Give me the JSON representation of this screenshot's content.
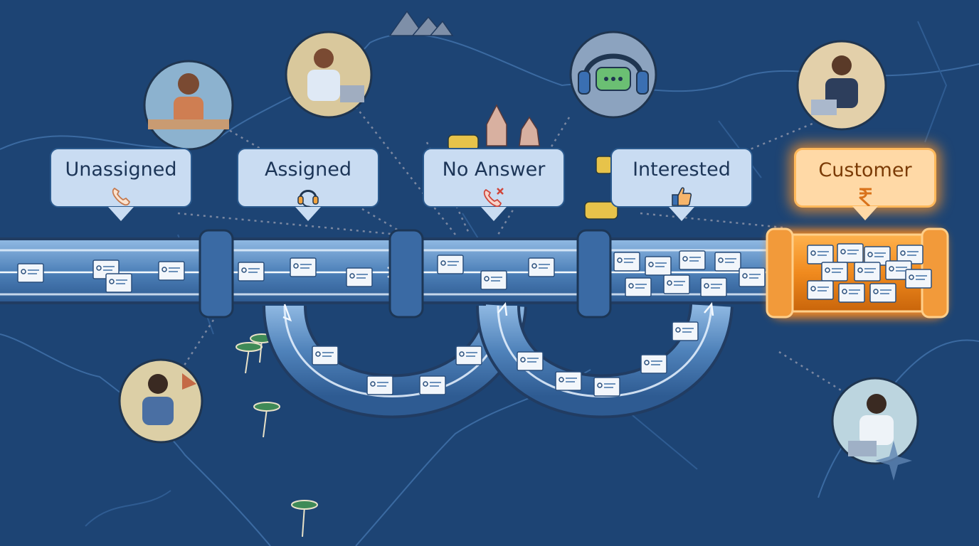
{
  "pipeline": {
    "stages": [
      {
        "label": "Unassigned",
        "icon": "phone-icon"
      },
      {
        "label": "Assigned",
        "icon": "headset-icon"
      },
      {
        "label": "No Answer",
        "icon": "missed-call-icon"
      },
      {
        "label": "Interested",
        "icon": "thumbs-up-icon"
      },
      {
        "label": "Customer",
        "icon": "rupee-icon"
      }
    ],
    "flow": "left-to-right",
    "highlighted_stage": "Customer"
  },
  "colors": {
    "background": "#1d4474",
    "pipe": "#5c8ec6",
    "stage_box": "#c9dcf2",
    "highlight": "#ff9a2e"
  },
  "decorations": [
    "india-map",
    "agent-avatar-icon",
    "chat-headset-icon",
    "mountains-icon",
    "temple-icon",
    "auto-rickshaw-icon",
    "palm-tree-icon",
    "sparkle-icon"
  ]
}
